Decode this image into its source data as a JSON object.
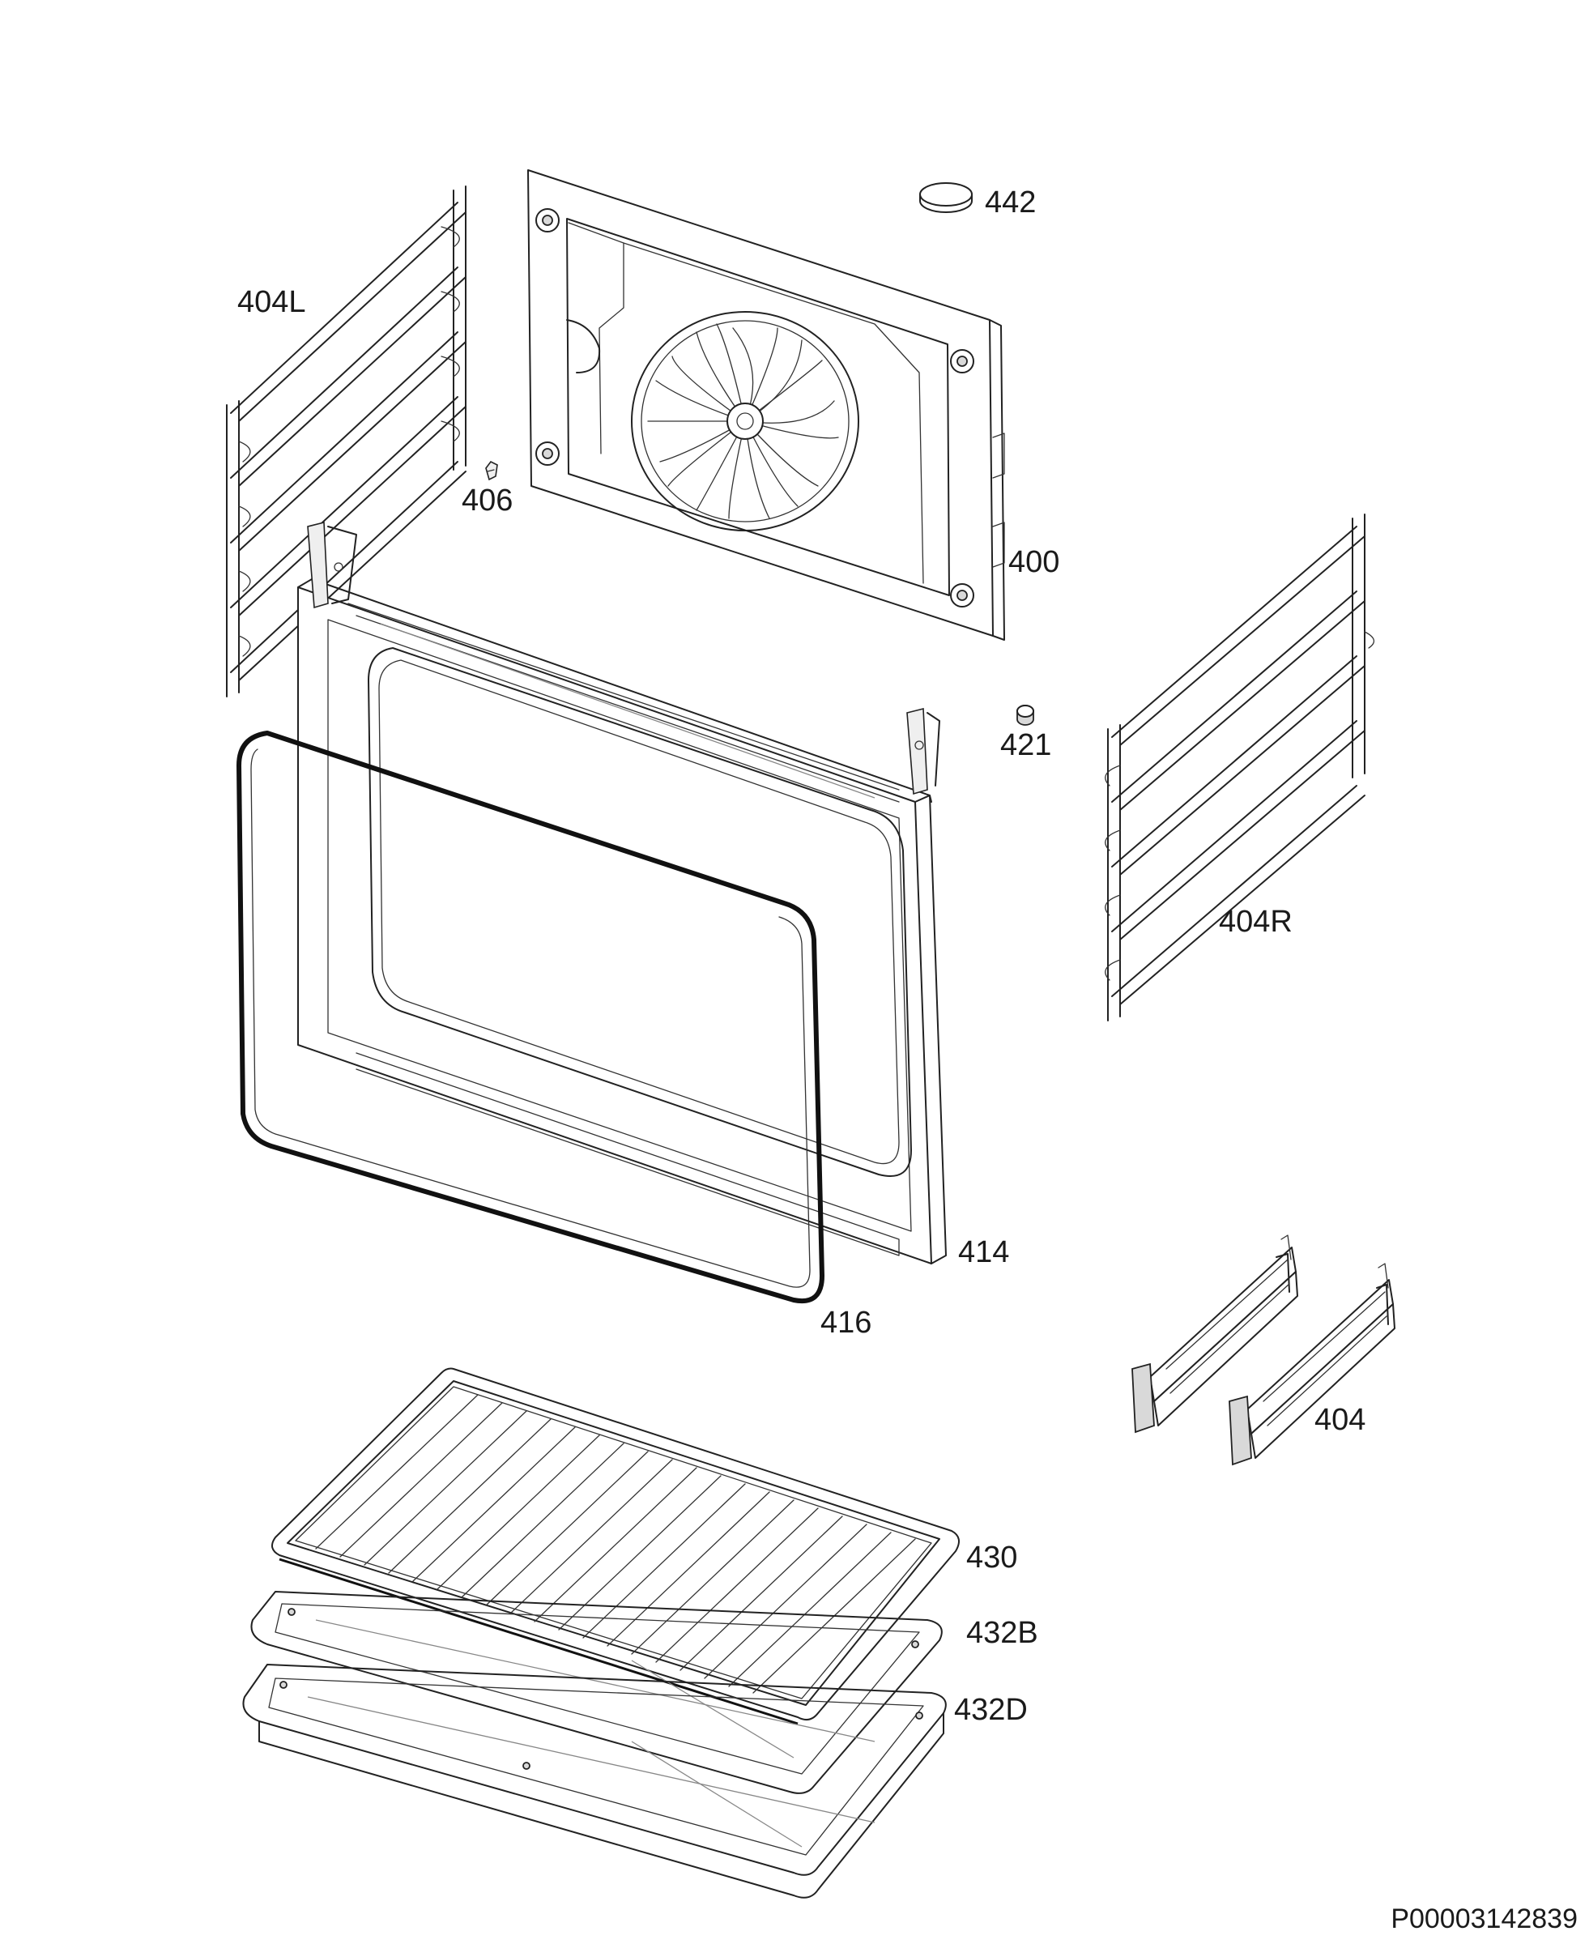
{
  "labels": {
    "p442": "442",
    "p404L": "404L",
    "p406": "406",
    "p400": "400",
    "p421": "421",
    "p404R": "404R",
    "p414": "414",
    "p416": "416",
    "p404": "404",
    "p430": "430",
    "p432B": "432B",
    "p432D": "432D"
  },
  "document_code": "P00003142839"
}
